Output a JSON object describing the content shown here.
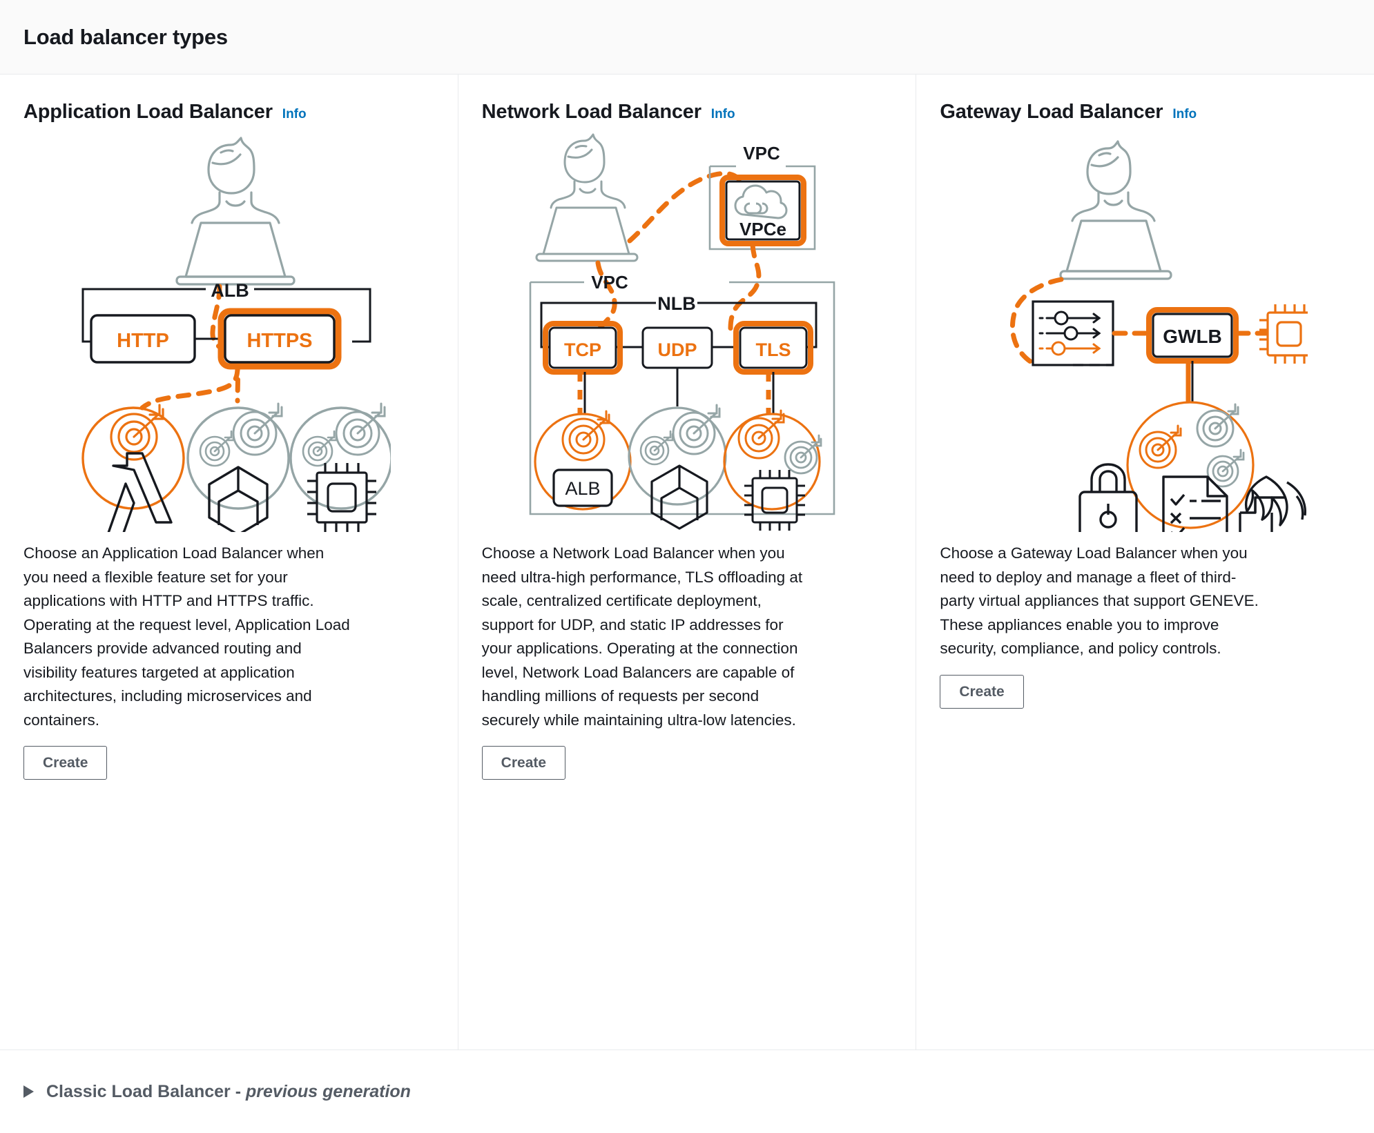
{
  "header": {
    "title": "Load balancer types"
  },
  "colors": {
    "accent_orange": "#ec7211",
    "ink": "#16191f",
    "grey": "#879596",
    "link_blue": "#0073bb",
    "button_border": "#545b64",
    "panel_border": "#e9ebed",
    "header_bg": "#fafafa"
  },
  "columns": [
    {
      "id": "application-load-balancer",
      "title": "Application Load Balancer",
      "info_label": "Info",
      "description": "Choose an Application Load Balancer when you need a flexible feature set for your applications with HTTP and HTTPS traffic. Operating at the request level, Application Load Balancers provide advanced routing and visibility features targeted at application architectures, including microservices and containers.",
      "create_label": "Create",
      "diagram": {
        "container_label": "ALB",
        "protocols": [
          {
            "label": "HTTP",
            "highlighted": false
          },
          {
            "label": "HTTPS",
            "highlighted": true
          }
        ],
        "targets": [
          {
            "icon": "lambda-icon",
            "highlighted": true
          },
          {
            "icon": "container-icon",
            "highlighted": false
          },
          {
            "icon": "ec2-instance-icon",
            "highlighted": false
          }
        ],
        "actor_icon": "user-laptop-icon"
      }
    },
    {
      "id": "network-load-balancer",
      "title": "Network Load Balancer",
      "info_label": "Info",
      "description": "Choose a Network Load Balancer when you need ultra-high performance, TLS offloading at scale, centralized certificate deployment, support for UDP, and static IP addresses for your applications. Operating at the connection level, Network Load Balancers are capable of handling millions of requests per second securely while maintaining ultra-low latencies.",
      "create_label": "Create",
      "diagram": {
        "vpc_endpoint_group_label": "VPC",
        "vpc_endpoint_label": "VPCe",
        "vpc_label": "VPC",
        "container_label": "NLB",
        "protocols": [
          {
            "label": "TCP",
            "highlighted": true
          },
          {
            "label": "UDP",
            "highlighted": false
          },
          {
            "label": "TLS",
            "highlighted": true
          }
        ],
        "targets": [
          {
            "icon": "alb-icon",
            "label": "ALB",
            "highlighted": true
          },
          {
            "icon": "container-icon",
            "label": "",
            "highlighted": false
          },
          {
            "icon": "ec2-instance-icon",
            "label": "",
            "highlighted": true
          }
        ],
        "actor_icon": "user-laptop-icon"
      }
    },
    {
      "id": "gateway-load-balancer",
      "title": "Gateway Load Balancer",
      "info_label": "Info",
      "description": "Choose a Gateway Load Balancer when you need to deploy and manage a fleet of third-party virtual appliances that support GENEVE. These appliances enable you to improve security, compliance, and policy controls.",
      "create_label": "Create",
      "diagram": {
        "container_label": "GWLB",
        "route_table_icon": "route-table-icon",
        "instance_icon": "ec2-instance-icon",
        "appliance_icons": [
          "lock-icon",
          "compliance-checklist-icon",
          "firewall-icon"
        ],
        "actor_icon": "user-laptop-icon"
      }
    }
  ],
  "expander": {
    "label_main": "Classic Load Balancer - ",
    "label_em": "previous generation",
    "caret_icon": "caret-right-icon"
  }
}
